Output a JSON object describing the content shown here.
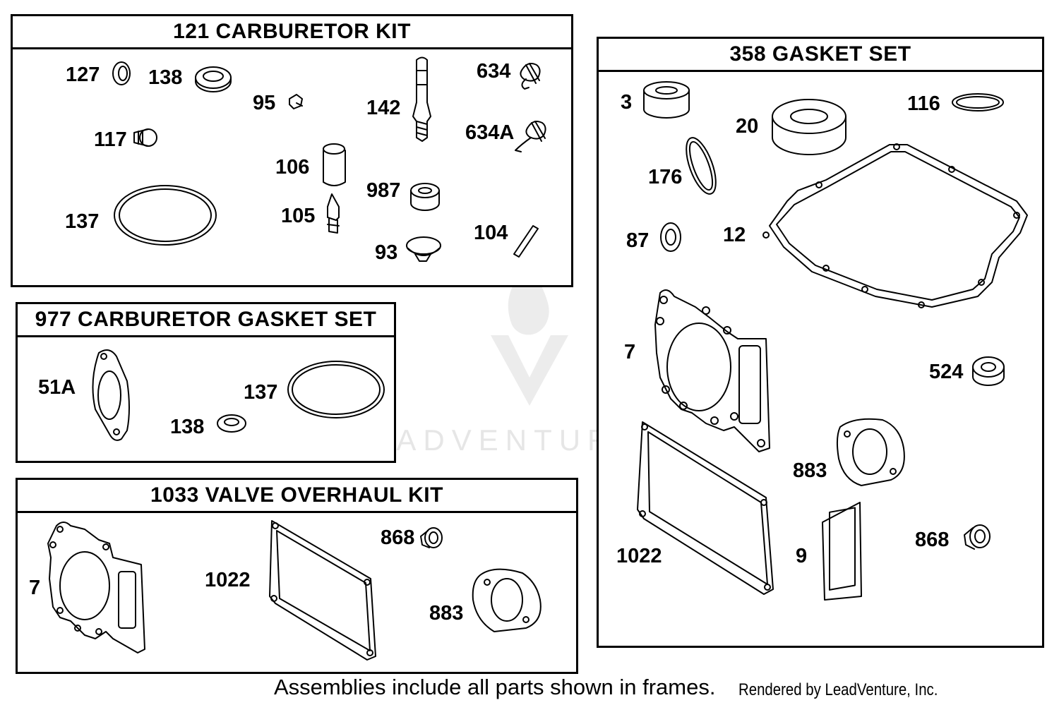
{
  "frames": {
    "carb_kit": {
      "title": "121 CARBURETOR KIT"
    },
    "carb_gasket": {
      "title": "977 CARBURETOR GASKET SET"
    },
    "valve_kit": {
      "title": "1033 VALVE OVERHAUL KIT"
    },
    "gasket_set": {
      "title": "358 GASKET SET"
    }
  },
  "labels": {
    "carb_kit": [
      "127",
      "138",
      "95",
      "142",
      "634",
      "117",
      "634A",
      "106",
      "987",
      "137",
      "105",
      "104",
      "93"
    ],
    "carb_gasket": [
      "51A",
      "137",
      "138"
    ],
    "valve_kit": [
      "868",
      "7",
      "1022",
      "883"
    ],
    "gasket_set": [
      "3",
      "116",
      "20",
      "176",
      "87",
      "12",
      "7",
      "524",
      "883",
      "1022",
      "9",
      "868"
    ]
  },
  "watermark": "LEADVENTURE",
  "footer": {
    "note": "Assemblies include all parts shown in frames.",
    "credit": "Rendered by LeadVenture, Inc."
  }
}
